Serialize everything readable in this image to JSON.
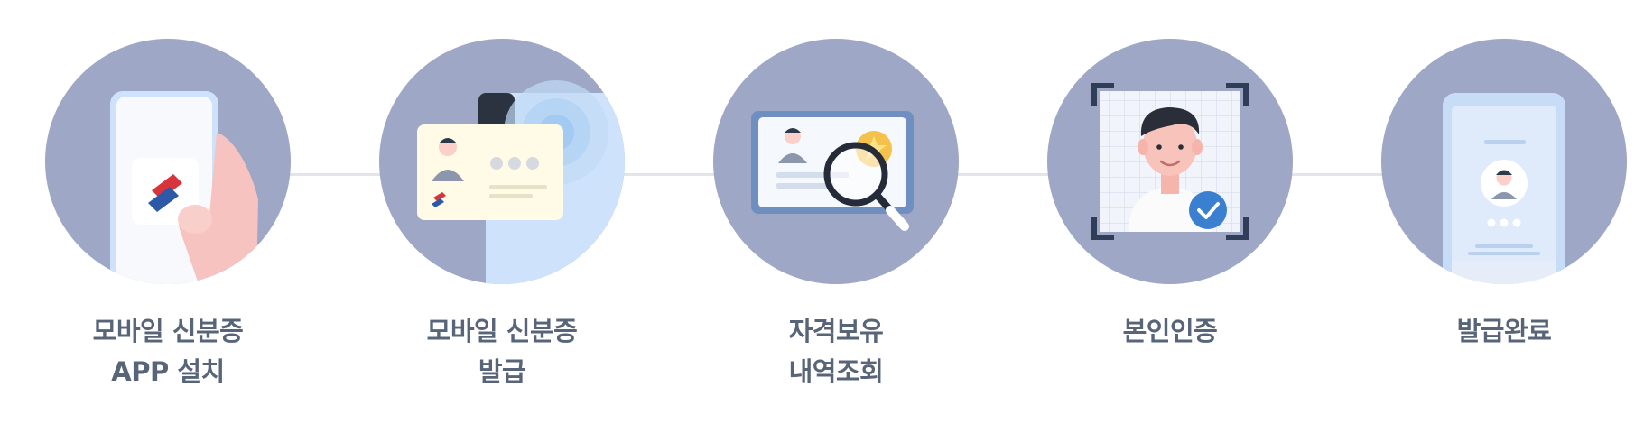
{
  "steps": [
    {
      "icon": "phone-app-install-icon",
      "lines": [
        "모바일 신분증",
        "APP 설치"
      ]
    },
    {
      "icon": "id-card-issue-icon",
      "lines": [
        "모바일 신분증",
        "발급"
      ]
    },
    {
      "icon": "certificate-search-icon",
      "lines": [
        "자격보유",
        "내역조회"
      ]
    },
    {
      "icon": "face-verification-icon",
      "lines": [
        "본인인증"
      ]
    },
    {
      "icon": "issue-complete-icon",
      "lines": [
        "발급완료"
      ]
    }
  ],
  "colors": {
    "circle": "#9fa7c6",
    "label": "#586478",
    "connector": "#e3e5ea",
    "accent_red": "#d8343b",
    "accent_blue": "#2c5aa8",
    "check_blue": "#3b7fd0"
  }
}
